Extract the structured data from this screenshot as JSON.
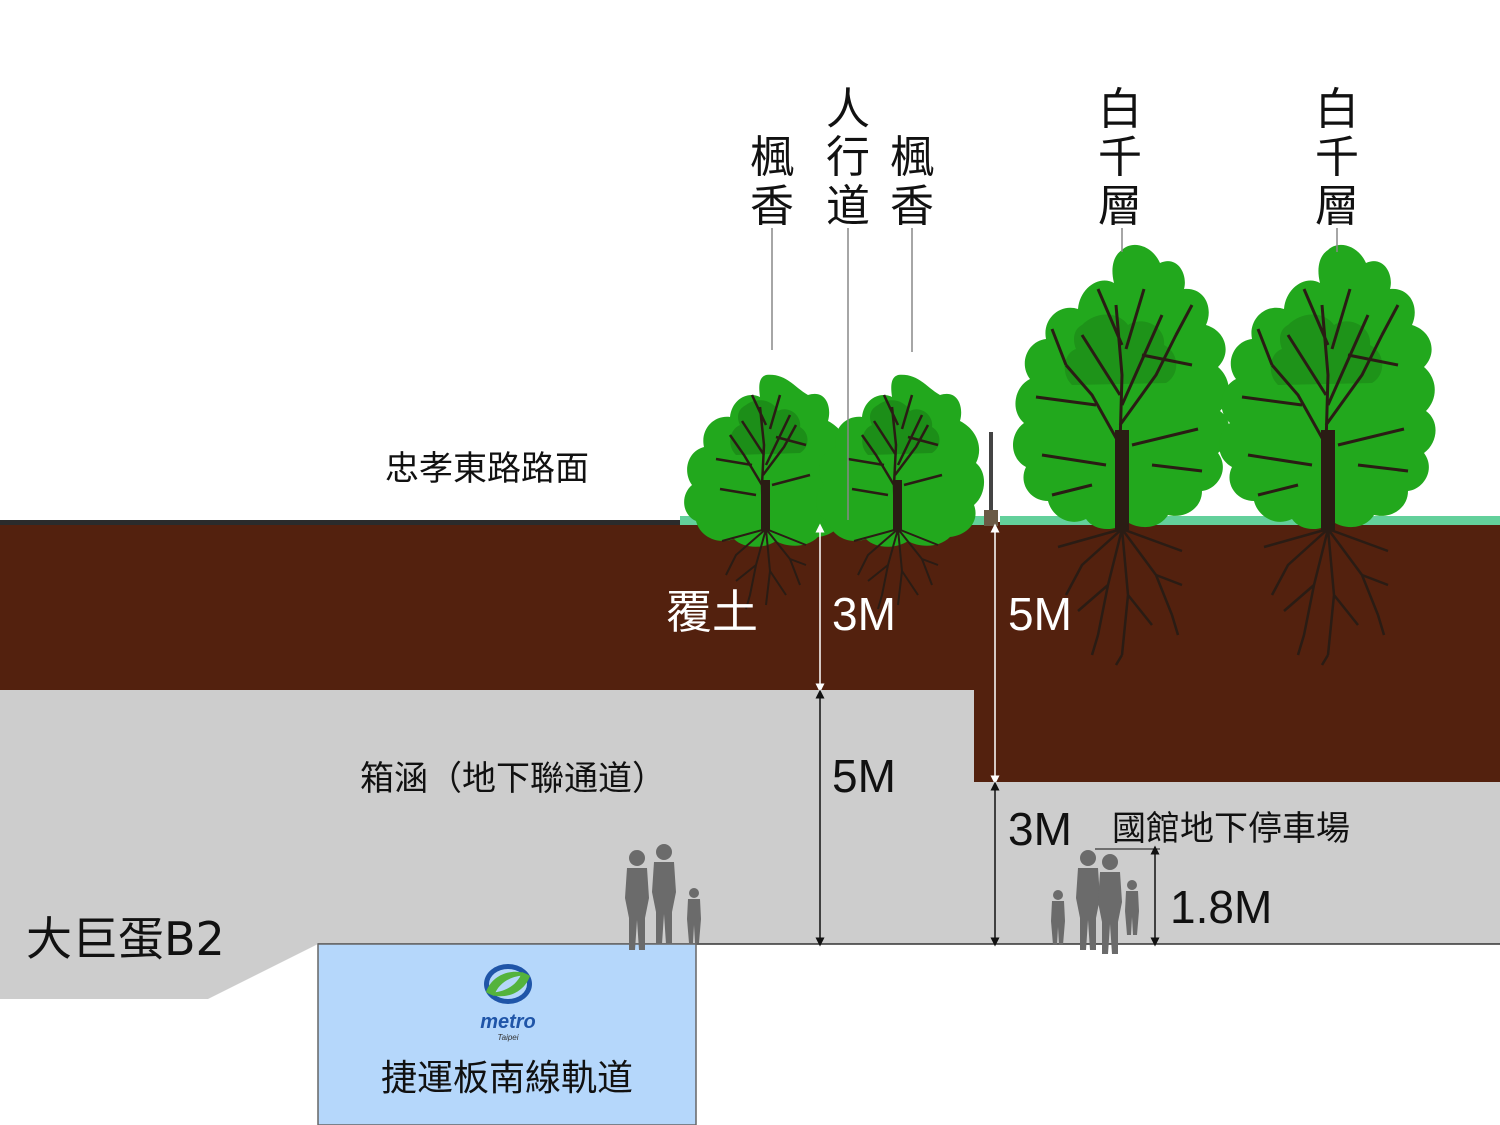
{
  "labels": {
    "road_surface": "忠孝東路路面",
    "cover_soil": "覆土",
    "box_culvert": "箱涵（地下聯通道）",
    "big_egg": "大巨蛋B2",
    "parking": "國館地下停車場",
    "mrt_track": "捷運板南線軌道",
    "metro_logo_text": "metro",
    "metro_logo_sub": "Taipei"
  },
  "dimensions": {
    "soil_left": "3M",
    "soil_right": "5M",
    "culvert_height": "5M",
    "parking_height": "3M",
    "person_height": "1.8M"
  },
  "tree_labels": {
    "sweetgum_left": [
      "楓",
      "香"
    ],
    "sidewalk": [
      "人",
      "行",
      "道"
    ],
    "sweetgum_right": [
      "楓",
      "香"
    ],
    "melaleuca_1": [
      "白",
      "千",
      "層"
    ],
    "melaleuca_2": [
      "白",
      "千",
      "層"
    ]
  },
  "colors": {
    "soil": "#53210e",
    "concrete": "#cdcdcd",
    "mrt_box": "#b5d7fb",
    "foliage": "#22a81d",
    "foliage_dark": "#197d15",
    "trunk": "#2a1c14",
    "planting_strip": "#63d09b",
    "silhouette": "#6b6b6b",
    "logo_blue": "#1f55a8",
    "logo_green": "#54b33d"
  }
}
